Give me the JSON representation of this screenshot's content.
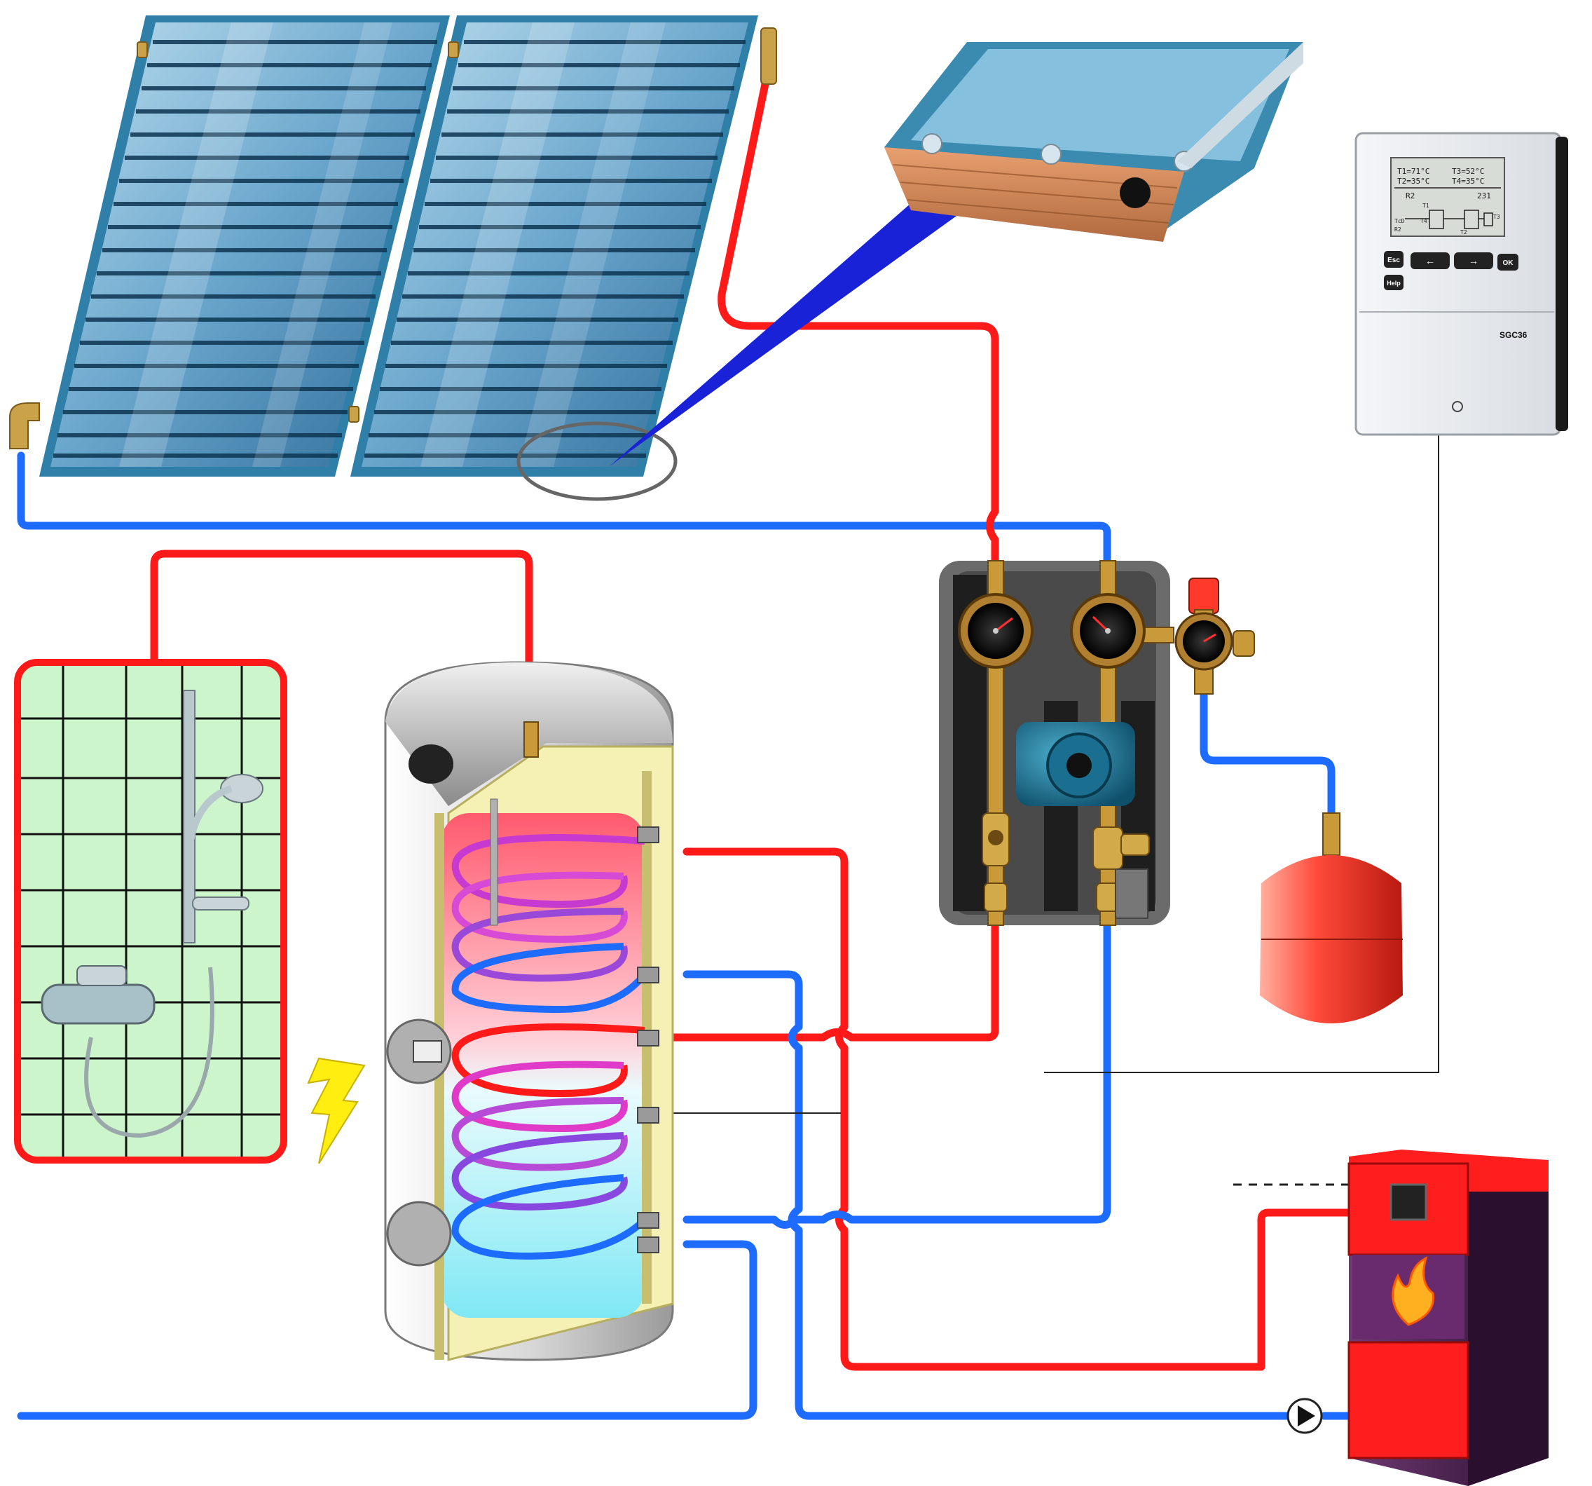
{
  "colors": {
    "hot_pipe": "#ff1a1a",
    "cold_pipe": "#1e6bff",
    "collector_frame": "#2f7fa8",
    "collector_glass": "#7fb8d8",
    "tank_hot": "#ff7a8a",
    "tank_cold": "#9ff2f8",
    "coil": "#d63bd6",
    "boiler_red": "#ff1e1e",
    "boiler_purple": "#5a2a5a",
    "expansion_vessel": "#ff4a3a",
    "pump_blue": "#1f7fa0",
    "shower_tiles": "#c9f2c9"
  },
  "controller": {
    "display_line1_left": "T1=71°C",
    "display_line1_right": "T3=52°C",
    "display_line2_left": "T2=35°C",
    "display_line2_right": "T4=35°C",
    "display_mode": "R2",
    "display_value": "231",
    "schema_labels": [
      "T1",
      "T4",
      "T3",
      "T2",
      "TcD",
      "R2"
    ],
    "buttons": [
      "Esc",
      "←",
      "→",
      "OK"
    ],
    "help_button": "Help",
    "model": "SGC36",
    "brand_icon": "brand-logo"
  },
  "icons": {
    "electric": "lightning-bolt-icon",
    "boiler_flame": "flame-icon",
    "circulator": "pump-arrow-icon"
  }
}
